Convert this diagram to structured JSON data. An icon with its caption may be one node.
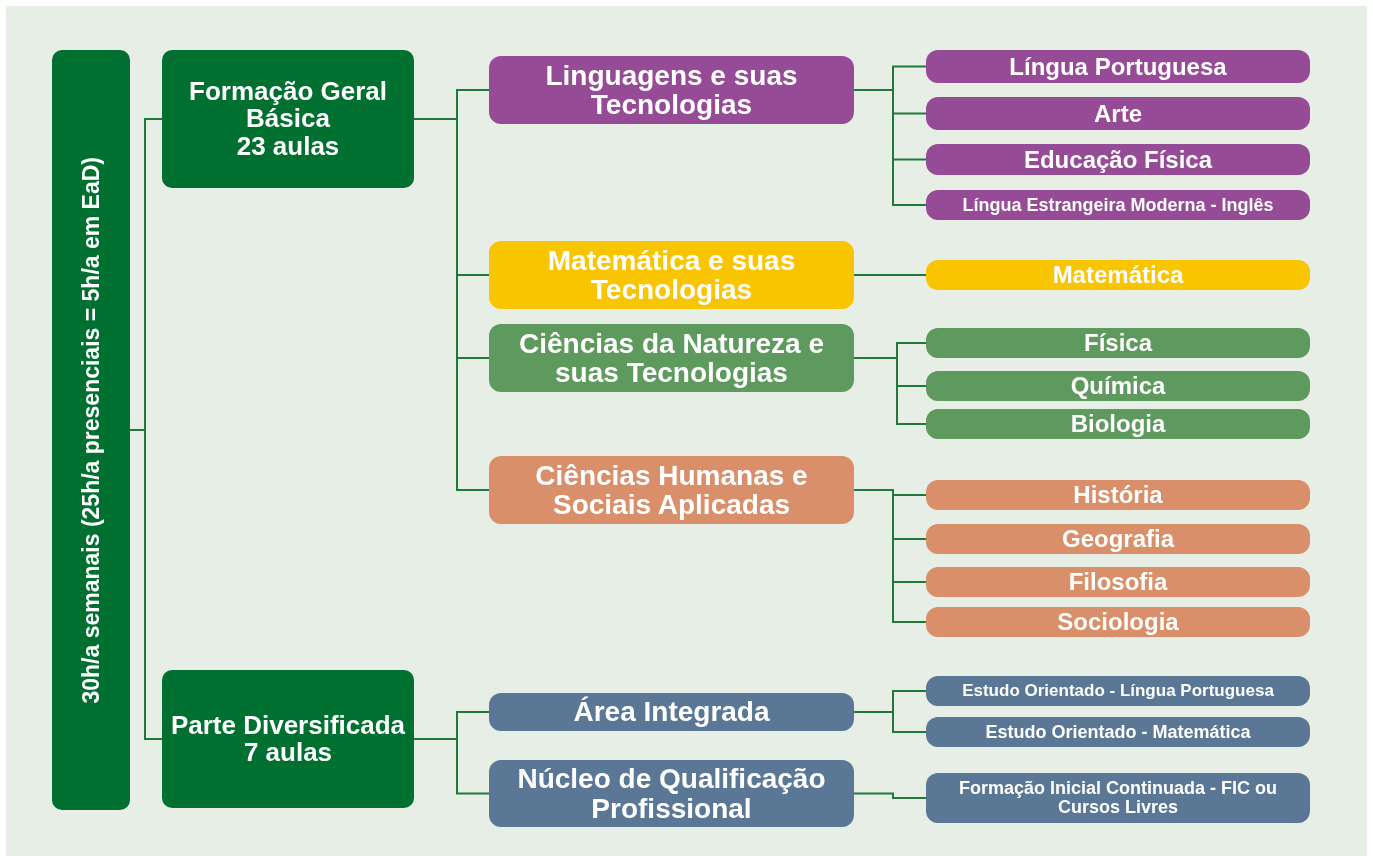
{
  "diagram": {
    "nodes": [
      {
        "text": [
          "30h/a semanais (25h/a presenciais = 5h/a em EaD)"
        ]
      },
      {
        "text": [
          "Formação Geral Básica",
          "23 aulas"
        ]
      },
      {
        "text": [
          "Linguagens e suas Tecnologias"
        ]
      },
      {
        "text": [
          "Língua Portuguesa"
        ]
      },
      {
        "text": [
          "Arte"
        ]
      },
      {
        "text": [
          "Educação Física"
        ]
      },
      {
        "text": [
          "Língua Estrangeira Moderna - Inglês"
        ]
      },
      {
        "text": [
          "Matemática e suas Tecnologias"
        ]
      },
      {
        "text": [
          "Matemática"
        ]
      },
      {
        "text": [
          "Ciências da Natureza e suas Tecnologias"
        ]
      },
      {
        "text": [
          "Física"
        ]
      },
      {
        "text": [
          "Química"
        ]
      },
      {
        "text": [
          "Biologia"
        ]
      },
      {
        "text": [
          "Ciências Humanas e Sociais Aplicadas"
        ]
      },
      {
        "text": [
          "História"
        ]
      },
      {
        "text": [
          "Geografia"
        ]
      },
      {
        "text": [
          "Filosofia"
        ]
      },
      {
        "text": [
          "Sociologia"
        ]
      },
      {
        "text": [
          "Parte Diversificada",
          "7 aulas"
        ]
      },
      {
        "text": [
          "Área Integrada"
        ]
      },
      {
        "text": [
          "Estudo Orientado - Língua Portuguesa"
        ]
      },
      {
        "text": [
          "Estudo Orientado - Matemática"
        ]
      },
      {
        "text": [
          "Núcleo de Qualificação Profissional"
        ]
      },
      {
        "text": [
          "Formação Inicial Continuada - FIC ou Cursos Livres"
        ]
      }
    ],
    "edges": [
      {
        "from": 0,
        "to": 1,
        "arrow": "none"
      },
      {
        "from": 0,
        "to": 18,
        "arrow": "none"
      },
      {
        "from": 1,
        "to": 2,
        "arrow": "none"
      },
      {
        "from": 1,
        "to": 7,
        "arrow": "none"
      },
      {
        "from": 1,
        "to": 9,
        "arrow": "none"
      },
      {
        "from": 1,
        "to": 13,
        "arrow": "none"
      },
      {
        "from": 2,
        "to": 3,
        "arrow": "none"
      },
      {
        "from": 2,
        "to": 4,
        "arrow": "none"
      },
      {
        "from": 2,
        "to": 5,
        "arrow": "none"
      },
      {
        "from": 2,
        "to": 6,
        "arrow": "none"
      },
      {
        "from": 7,
        "to": 8,
        "arrow": "none"
      },
      {
        "from": 9,
        "to": 10,
        "arrow": "none"
      },
      {
        "from": 9,
        "to": 11,
        "arrow": "none"
      },
      {
        "from": 9,
        "to": 12,
        "arrow": "none"
      },
      {
        "from": 13,
        "to": 14,
        "arrow": "none"
      },
      {
        "from": 13,
        "to": 15,
        "arrow": "none"
      },
      {
        "from": 13,
        "to": 16,
        "arrow": "none"
      },
      {
        "from": 13,
        "to": 17,
        "arrow": "none"
      },
      {
        "from": 18,
        "to": 19,
        "arrow": "none"
      },
      {
        "from": 18,
        "to": 22,
        "arrow": "none"
      },
      {
        "from": 19,
        "to": 20,
        "arrow": "none"
      },
      {
        "from": 19,
        "to": 21,
        "arrow": "none"
      },
      {
        "from": 22,
        "to": 23,
        "arrow": "none"
      }
    ]
  }
}
